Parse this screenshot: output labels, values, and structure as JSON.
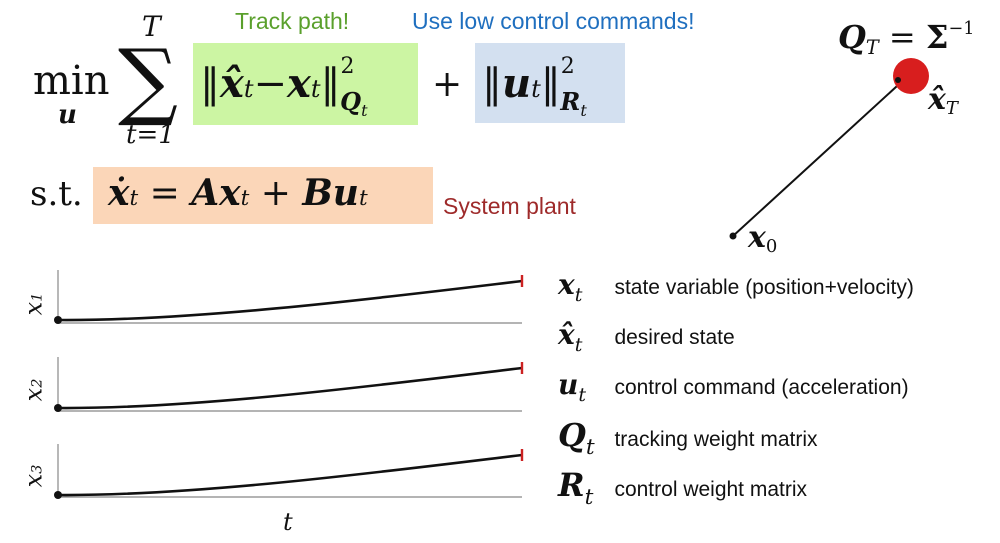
{
  "annotations": {
    "track": "Track path!",
    "control": "Use low control commands!",
    "plant": "System plant"
  },
  "colors": {
    "track_text": "#5aa02c",
    "control_text": "#1f6fbf",
    "plant_text": "#9e2a2a",
    "track_box": "#ccf5a3",
    "control_box": "#d3e0f0",
    "plant_box": "#fbd6b8",
    "target_dot": "#d81e1e",
    "end_tick": "#cc2222"
  },
  "objective": {
    "min": "min",
    "min_var": "u",
    "sum_upper": "T",
    "sum_lower": "t=1",
    "plus": "+",
    "track_term": "‖x̂t−xt‖²Qt",
    "control_term": "‖ut‖²Rt"
  },
  "constraint": {
    "st": "s.t.",
    "dynamics": "ẋt = Axt + But"
  },
  "target_panel": {
    "q_label": "QT = Σ⁻¹",
    "xhat_label": "x̂T",
    "x0_label": "x0"
  },
  "plots": {
    "ylabels": [
      "x1",
      "x2",
      "x3"
    ],
    "xlabel": "t"
  },
  "legend": [
    {
      "symbol": "x",
      "hat": false,
      "sub": "t",
      "text": "state variable (position+velocity)"
    },
    {
      "symbol": "x",
      "hat": true,
      "sub": "t",
      "text": "desired state"
    },
    {
      "symbol": "u",
      "hat": false,
      "sub": "t",
      "text": "control command (acceleration)"
    },
    {
      "symbol": "Q",
      "hat": false,
      "sub": "t",
      "text": "tracking weight matrix"
    },
    {
      "symbol": "R",
      "hat": false,
      "sub": "t",
      "text": "control weight matrix"
    }
  ]
}
